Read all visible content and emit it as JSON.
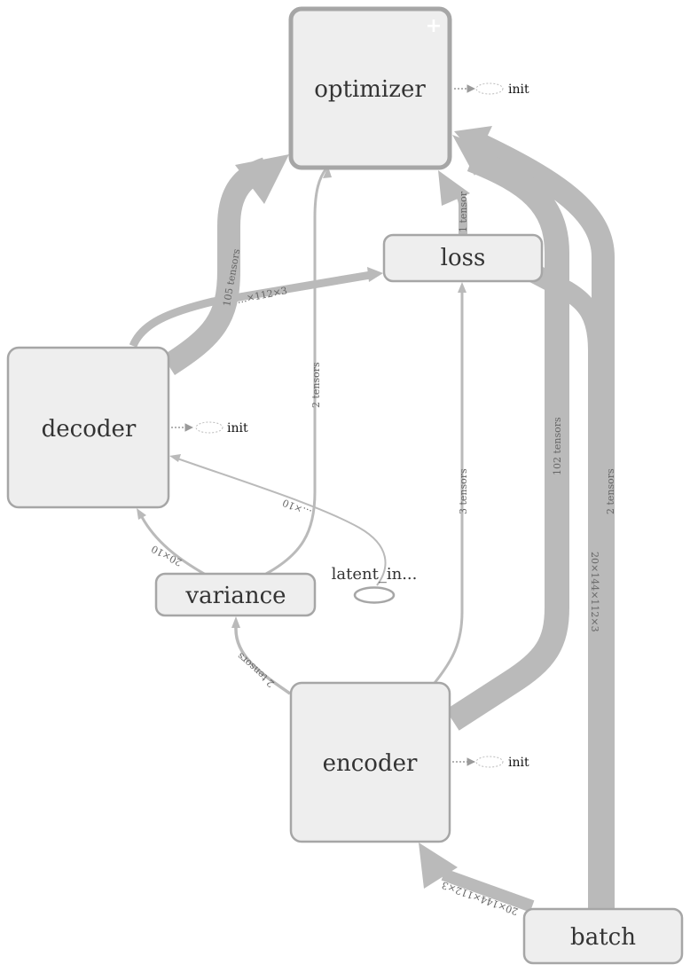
{
  "colors": {
    "node_fill": "#eeeeee",
    "node_stroke": "#a6a6a6",
    "edge": "#bababa",
    "ref_edge": "#9a9a9a",
    "text": "#333333"
  },
  "nodes": {
    "optimizer": {
      "label": "optimizer",
      "expand_icon": "+"
    },
    "loss": {
      "label": "loss"
    },
    "decoder": {
      "label": "decoder"
    },
    "variance": {
      "label": "variance"
    },
    "latent": {
      "label": "latent_in..."
    },
    "encoder": {
      "label": "encoder"
    },
    "batch": {
      "label": "batch"
    }
  },
  "init_refs": {
    "optimizer": "init",
    "decoder": "init",
    "encoder": "init"
  },
  "edge_labels": {
    "decoder_optimizer": "105 tensors",
    "decoder_loss": "…×112×3",
    "variance_optimizer": "2 tensors",
    "loss_optimizer": "1 tensor",
    "encoder_loss": "3 tensors",
    "encoder_optimizer": "102 tensors",
    "batch_optimizer": "2 tensors",
    "batch_loss": "20×144×112×3",
    "latent_decoder": "…×10",
    "variance_decoder": "20×10",
    "encoder_variance": "2 tensors",
    "batch_encoder": "20×144×112×3"
  }
}
